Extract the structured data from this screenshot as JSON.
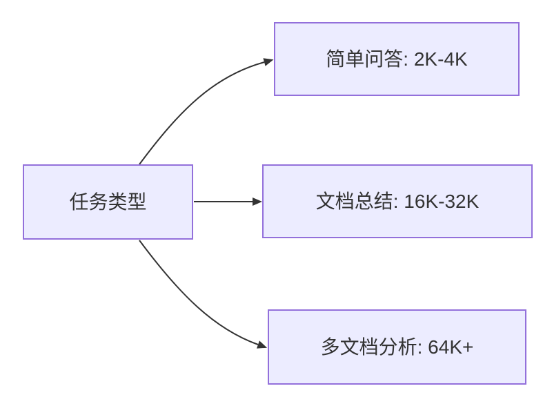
{
  "diagram": {
    "type": "flowchart",
    "direction": "left-to-right",
    "root": {
      "label": "任务类型"
    },
    "branches": [
      {
        "label": "简单问答: 2K-4K"
      },
      {
        "label": "文档总结: 16K-32K"
      },
      {
        "label": "多文档分析: 64K+"
      }
    ],
    "edges": [
      {
        "from": "任务类型",
        "to": "简单问答: 2K-4K"
      },
      {
        "from": "任务类型",
        "to": "文档总结: 16K-32K"
      },
      {
        "from": "任务类型",
        "to": "多文档分析: 64K+"
      }
    ],
    "colors": {
      "node_fill": "#ECECFF",
      "node_border": "#9370DB",
      "arrow": "#333333",
      "text": "#333333",
      "background": "#FFFFFF"
    }
  }
}
